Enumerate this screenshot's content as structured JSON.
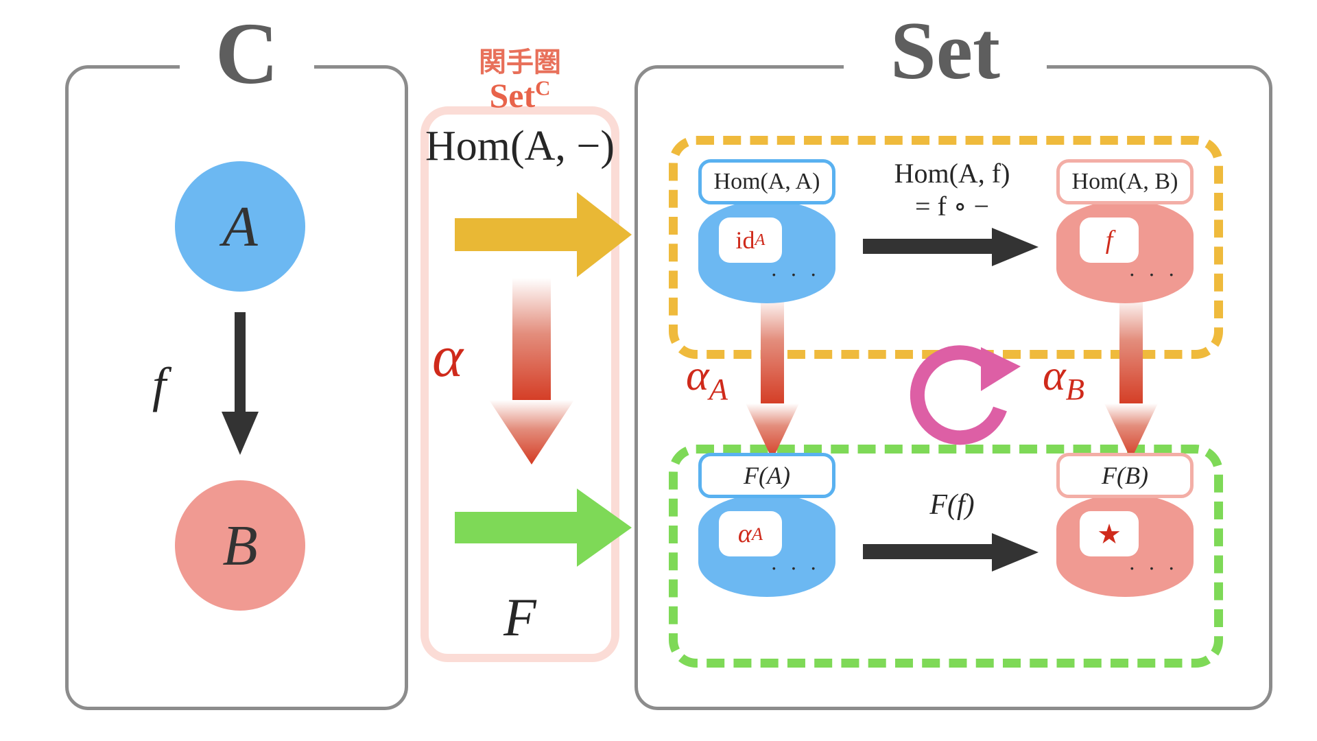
{
  "diagram": {
    "title_left": "C",
    "title_right": "Set",
    "background": "#ffffff"
  },
  "colors": {
    "blue_object": "#6cb8f2",
    "red_object": "#f09a92",
    "panel_border": "#8c8c8c",
    "panel_title": "#5e5e5e",
    "functor_panel_border": "#fbdcd6",
    "functor_accent": "#e8634a",
    "yellow_arrow": "#e9b835",
    "yellow_dash": "#efba3c",
    "green_arrow": "#7ed957",
    "green_dash": "#7ed957",
    "red_arrow": "#d43b23",
    "pink_arrow": "#dd5fa5",
    "black_arrow": "#333333",
    "red_text": "#cf2a1b",
    "blue_cap_border": "#59b1f0",
    "red_cap_border": "#f3aea6"
  },
  "left_panel": {
    "title": "C",
    "objects": [
      {
        "label": "A",
        "color": "blue"
      },
      {
        "label": "B",
        "color": "red"
      }
    ],
    "morphism": {
      "label": "f",
      "direction": "down"
    }
  },
  "middle_panel": {
    "japanese_label": "関手圏",
    "category_name": "Set",
    "category_exponent": "C",
    "top_functor_label": "Hom(A, −)",
    "bottom_functor_label": "F",
    "natural_transformation_label": "α",
    "arrows": [
      {
        "name": "hom-functor-arrow",
        "color": "yellow",
        "direction": "right"
      },
      {
        "name": "alpha-arrow",
        "color": "red-gradient",
        "direction": "down"
      },
      {
        "name": "f-functor-arrow",
        "color": "green",
        "direction": "right"
      }
    ]
  },
  "right_panel": {
    "title": "Set",
    "top_region": {
      "border_color": "yellow",
      "left_set": {
        "cap_label": "Hom(A, A)",
        "body_color": "blue",
        "element_label": "id",
        "element_subscript": "A",
        "ellipsis": "· · ·"
      },
      "arrow_label_line1": "Hom(A, f)",
      "arrow_label_line2": "= f ∘ −",
      "right_set": {
        "cap_label": "Hom(A, B)",
        "body_color": "red",
        "element_label": "f",
        "element_subscript": "",
        "ellipsis": "· · ·"
      }
    },
    "bottom_region": {
      "border_color": "green",
      "left_set": {
        "cap_label": "F(A)",
        "body_color": "blue",
        "element_label": "α",
        "element_subscript": "A",
        "ellipsis": "· · ·"
      },
      "arrow_label_line1": "F(f)",
      "arrow_label_line2": "",
      "right_set": {
        "cap_label": "F(B)",
        "body_color": "red",
        "element_label": "★",
        "element_subscript": "",
        "ellipsis": "· · ·"
      }
    },
    "component_left_label": "α",
    "component_left_sub": "A",
    "component_right_label": "α",
    "component_right_sub": "B",
    "commute_icon": "circular-arrow"
  }
}
